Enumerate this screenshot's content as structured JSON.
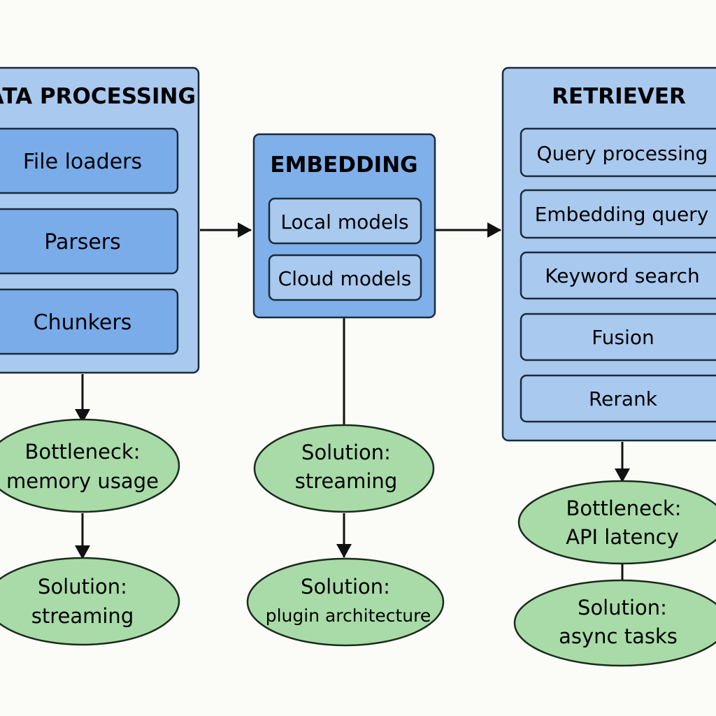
{
  "colors": {
    "background": "#fbfbf8",
    "panel_fill": "#a9c9ef",
    "panel_stroke": "#1b2a3a",
    "item_fill": "#7aacea",
    "item_fill_light": "#a9c9ef",
    "embedding_fill": "#80b0ea",
    "oval_fill": "#a8dba8",
    "oval_stroke": "#1c2a1c",
    "arrow": "#111111"
  },
  "data_processing": {
    "title": "DATA PROCESSING",
    "items": [
      "File loaders",
      "Parsers",
      "Chunkers"
    ],
    "bottleneck": {
      "line1": "Bottleneck:",
      "line2": "memory usage"
    },
    "solution": {
      "line1": "Solution:",
      "line2": "streaming"
    }
  },
  "embedding": {
    "title": "EMBEDDING",
    "items": [
      "Local models",
      "Cloud models"
    ],
    "solution_top": {
      "line1": "Solution:",
      "line2": "streaming"
    },
    "solution_bottom": {
      "line1": "Solution:",
      "line2": "plugin architecture"
    }
  },
  "retriever": {
    "title": "RETRIEVER",
    "items": [
      "Query processing",
      "Embedding query",
      "Keyword search",
      "Fusion",
      "Rerank"
    ],
    "bottleneck": {
      "line1": "Bottleneck:",
      "line2": "API latency"
    },
    "solution": {
      "line1": "Solution:",
      "line2": "async  tasks"
    }
  }
}
